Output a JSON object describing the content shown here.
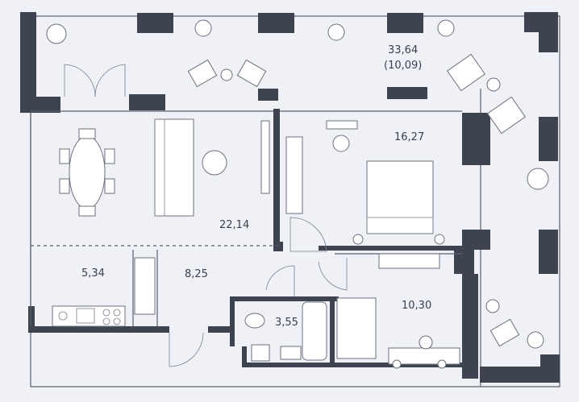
{
  "plan": {
    "rooms": [
      {
        "id": "terrace",
        "area": "33,64",
        "area_reduced": "(10,09)"
      },
      {
        "id": "bedroom-1",
        "area": "16,27"
      },
      {
        "id": "living",
        "area": "22,14"
      },
      {
        "id": "kitchen",
        "area": "5,34"
      },
      {
        "id": "hall",
        "area": "8,25"
      },
      {
        "id": "bathroom",
        "area": "3,55"
      },
      {
        "id": "bedroom-2",
        "area": "10,30"
      }
    ],
    "colors": {
      "wall": "#3e4350",
      "background": "#f0f1f6",
      "text": "#3a3f4b"
    }
  }
}
